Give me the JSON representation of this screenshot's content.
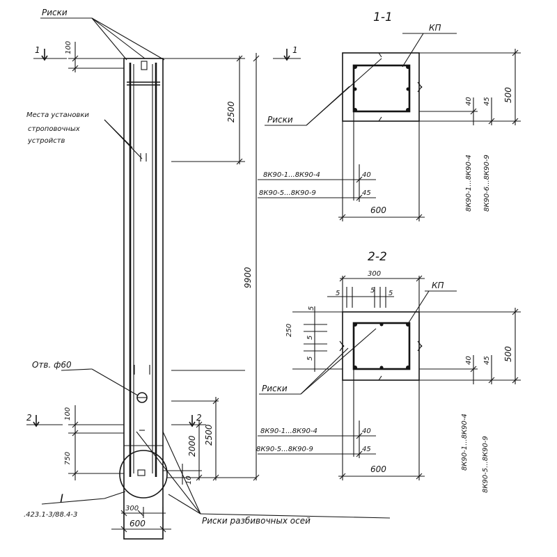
{
  "labels": {
    "riski_top": "Риски",
    "mounting_places_line1": "Места установки",
    "mounting_places_line2": "строповочных",
    "mounting_places_line3": "устройств",
    "hole": "Отв. ф60",
    "riski_axes": "Риски разбивочных осей",
    "riski_s1": "Риски",
    "riski_s2": "Риски",
    "kp_s1": "КП",
    "kp_s2": "КП",
    "section_1": "1-1",
    "section_2": "2-2",
    "cut1_left": "1",
    "cut1_right": "1",
    "cut2_left": "2",
    "cut2_right": "2",
    "node_mark": "I",
    "node_ref": ".423.1-3/88.4-3"
  },
  "dimensions": {
    "top_100": "100",
    "d2500_top": "2500",
    "d9900": "9900",
    "d100_bottom": "100",
    "d750": "750",
    "d2000": "2000",
    "d2500_bottom": "2500",
    "d10": "10",
    "d300_base": "300",
    "d600_base": "600",
    "s1_40": "40",
    "s1_45": "45",
    "s1_500": "500",
    "s1_600": "600",
    "s1_row1": "8К90-1...8К90-4",
    "s1_row2": "8К90-5...8К90-9",
    "s1_row1_val": "40",
    "s1_row2_val": "45",
    "s1_vert1": "8К90-1...8К90-4",
    "s1_vert2": "8К90-6...8К90-9",
    "s2_300": "300",
    "s2_5a": "5",
    "s2_5b": "5",
    "s2_5c": "5",
    "s2_5d": "5",
    "s2_5e": "5",
    "s2_5f": "5",
    "s2_250": "250",
    "s2_40": "40",
    "s2_45": "45",
    "s2_500": "500",
    "s2_600": "600",
    "s2_row1": "8К90-1...8К90-4",
    "s2_row2": "8К90-5...8К90-9",
    "s2_row1_val": "40",
    "s2_row2_val": "45",
    "s2_vert1": "8К90-1...8К90-4",
    "s2_vert2": "8К90-5...8К90-9"
  }
}
